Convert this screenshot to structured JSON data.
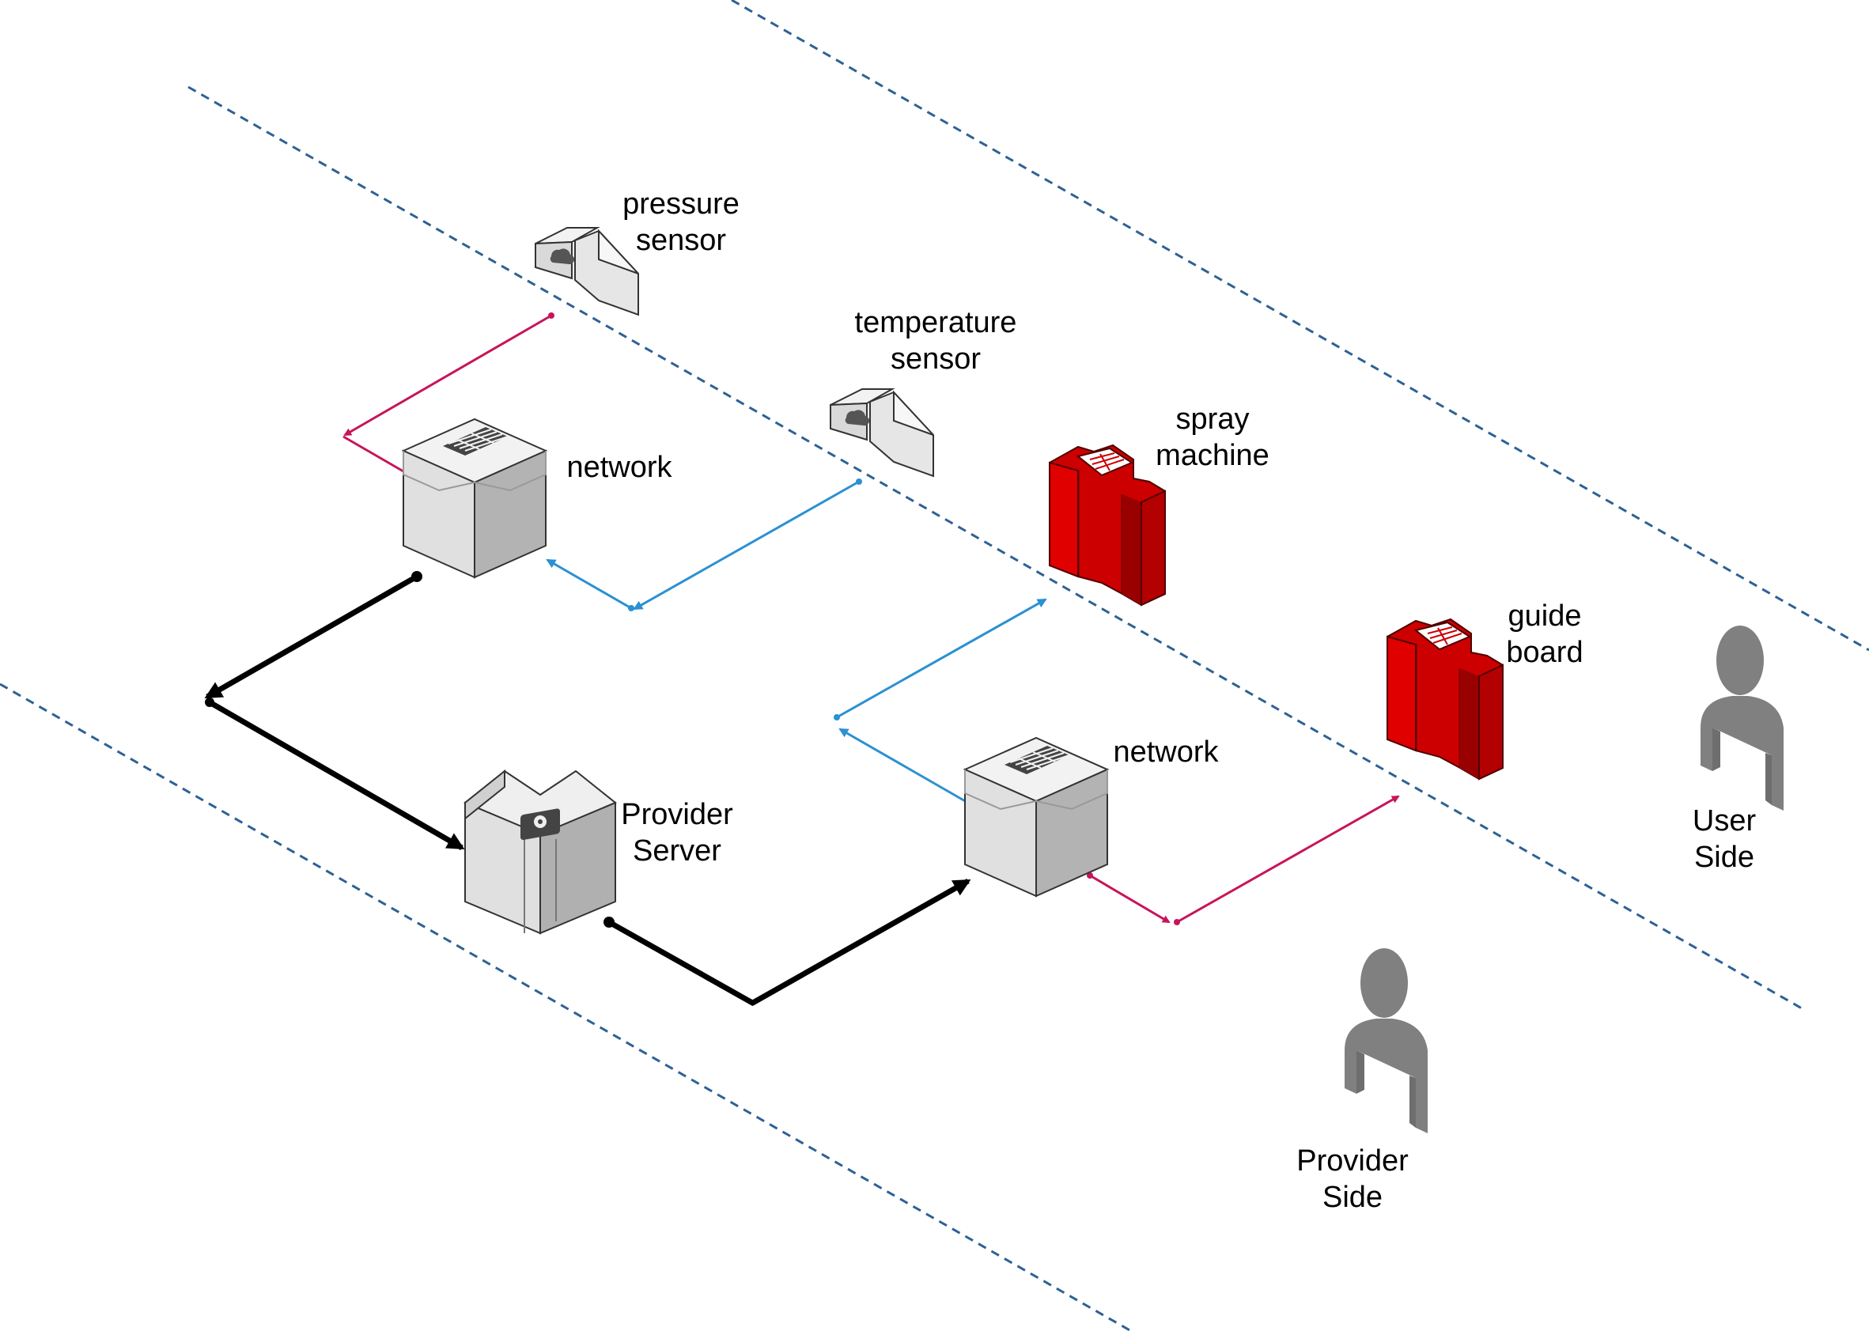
{
  "colors": {
    "zone_line": "#2e6194",
    "pink_link": "#c8145a",
    "blue_link": "#2a91d2",
    "black_link": "#000000",
    "device_gray": "#d9d9d9",
    "device_red": "#cc0000",
    "person_gray": "#808080"
  },
  "labels": {
    "pressure_sensor": [
      "pressure",
      "sensor"
    ],
    "temperature_sensor": [
      "temperature",
      "sensor"
    ],
    "network_left": [
      "network"
    ],
    "network_right": [
      "network"
    ],
    "spray_machine": [
      "spray",
      "machine"
    ],
    "guide_board": [
      "guide",
      "board"
    ],
    "provider_server": [
      "Provider",
      "Server"
    ],
    "provider_side": [
      "Provider",
      "Side"
    ],
    "user_side": [
      "User",
      "Side"
    ]
  },
  "icons": {
    "sensor": "cloud-icon",
    "network": "grid-icon",
    "server": "gear-icon",
    "actuator": "calculator-icon",
    "person": "person-icon"
  }
}
